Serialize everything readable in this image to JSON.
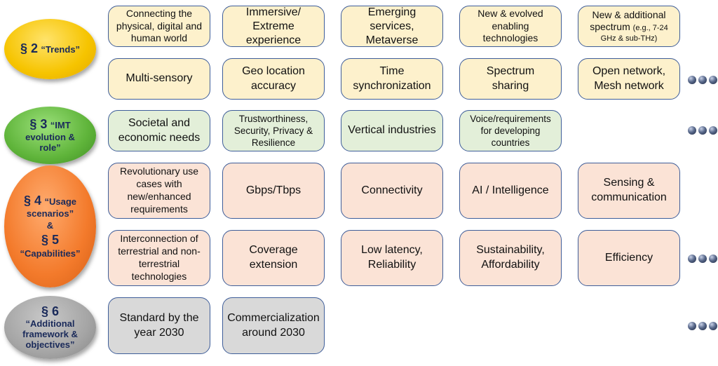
{
  "sections": {
    "trends": {
      "num": "§ 2",
      "caption": "“Trends”"
    },
    "imt": {
      "num": "§ 3",
      "caption_line1": "“IMT",
      "caption_line2": "evolution &",
      "caption_line3": "role”"
    },
    "usage": {
      "num1": "§ 4",
      "caption1_line1": "“Usage",
      "caption1_line2": "scenarios”",
      "amp": "&",
      "num2": "§ 5",
      "caption2": "“Capabilities”"
    },
    "additional": {
      "num": "§ 6",
      "caption_line1": "“Additional",
      "caption_line2": "framework &",
      "caption_line3": "objectives”"
    }
  },
  "trends_row1": [
    {
      "l1": "Connecting the",
      "l2": "physical, digital and",
      "l3": "human world"
    },
    {
      "l1": "Immersive/",
      "l2": "Extreme",
      "l3": "experience"
    },
    {
      "l1": "Emerging",
      "l2": "services,",
      "l3": "Metaverse"
    },
    {
      "l1": "New & evolved",
      "l2": "enabling",
      "l3": "technologies"
    },
    {
      "l1": "New & additional",
      "l2": "spectrum",
      "note": "(e.g., 7-24",
      "l3": "GHz & sub-THz)"
    }
  ],
  "trends_row2": [
    {
      "l1": "Multi-sensory"
    },
    {
      "l1": "Geo location",
      "l2": "accuracy"
    },
    {
      "l1": "Time",
      "l2": "synchronization"
    },
    {
      "l1": "Spectrum",
      "l2": "sharing"
    },
    {
      "l1": "Open network,",
      "l2": "Mesh network"
    }
  ],
  "imt_row": [
    {
      "l1": "Societal and",
      "l2": "economic needs"
    },
    {
      "l1": "Trustworthiness,",
      "l2": "Security, Privacy &",
      "l3": "Resilience"
    },
    {
      "l1": "Vertical industries"
    },
    {
      "l1": "Voice/requirements",
      "l2": "for developing",
      "l3": "countries"
    }
  ],
  "usage_row1": [
    {
      "l1": "Revolutionary use",
      "l2": "cases with",
      "l3": "new/enhanced",
      "l4": "requirements"
    },
    {
      "l1": "Gbps/Tbps"
    },
    {
      "l1": "Connectivity"
    },
    {
      "l1": "AI / Intelligence"
    },
    {
      "l1": "Sensing &",
      "l2": "communication"
    }
  ],
  "usage_row2": [
    {
      "l1": "Interconnection of",
      "l2": "terrestrial and non-",
      "l3": "terrestrial",
      "l4": "technologies"
    },
    {
      "l1": "Coverage",
      "l2": "extension"
    },
    {
      "l1": "Low latency,",
      "l2": "Reliability"
    },
    {
      "l1": "Sustainability,",
      "l2": "Affordability"
    },
    {
      "l1": "Efficiency"
    }
  ],
  "additional_row": [
    {
      "l1": "Standard by the",
      "l2": "year 2030"
    },
    {
      "l1": "Commercialization",
      "l2": "around 2030"
    }
  ],
  "colors": {
    "trends": "#f6c400",
    "imt": "#5fb43a",
    "usage": "#f37a2b",
    "additional": "#a5a5a5",
    "box_yellow": "#fdf1cc",
    "box_green": "#e3efd9",
    "box_peach": "#fbe3d6",
    "box_grey": "#d9d9d9",
    "border": "#3e5d99"
  }
}
